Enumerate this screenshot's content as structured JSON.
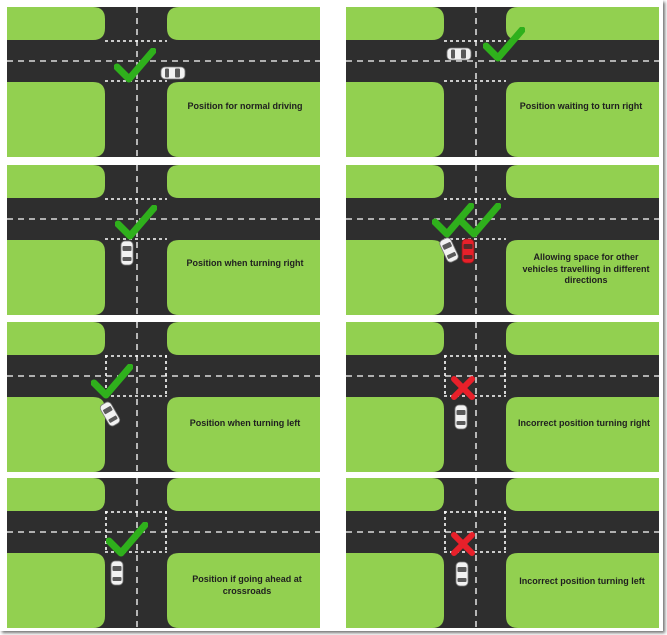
{
  "colors": {
    "grass": "#92d050",
    "road": "#2e2e2e",
    "tick": "#2fb01c",
    "cross": "#e8202a",
    "car_white": "#f2f2f2",
    "car_red": "#e8202a"
  },
  "panels": [
    {
      "id": "p1",
      "caption": "Position for normal driving",
      "verdict": "correct"
    },
    {
      "id": "p2",
      "caption": "Position waiting to turn right",
      "verdict": "correct"
    },
    {
      "id": "p3",
      "caption": "Position when turning right",
      "verdict": "correct"
    },
    {
      "id": "p4",
      "caption": "Allowing space for other vehicles travelling in different directions",
      "verdict": "correct"
    },
    {
      "id": "p5",
      "caption": "Position when turning left",
      "verdict": "correct"
    },
    {
      "id": "p6",
      "caption": "Incorrect position turning right",
      "verdict": "incorrect"
    },
    {
      "id": "p7",
      "caption": "Position if going ahead at crossroads",
      "verdict": "correct"
    },
    {
      "id": "p8",
      "caption": "Incorrect position turning left",
      "verdict": "incorrect"
    }
  ]
}
